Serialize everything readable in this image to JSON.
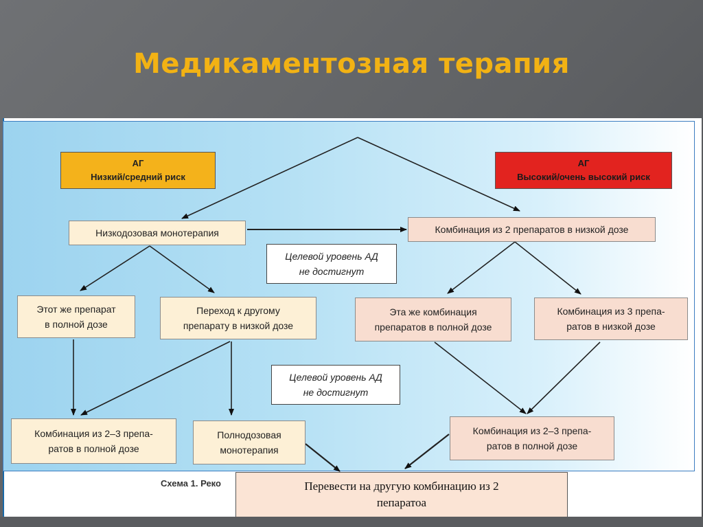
{
  "slide": {
    "title": "Медикаментозная терапия"
  },
  "diagram": {
    "low_risk": {
      "line1": "АГ",
      "line2": "Низкий/средний риск"
    },
    "high_risk": {
      "line1": "АГ",
      "line2": "Высокий/очень высокий риск"
    },
    "low_dose_mono": "Низкодозовая монотерапия",
    "combo_two_low": "Комбинация из 2 препаратов в низкой дозе",
    "target_not_reached_1": {
      "line1": "Целевой уровень АД",
      "line2": "не достигнут"
    },
    "target_not_reached_2": {
      "line1": "Целевой уровень АД",
      "line2": "не достигнут"
    },
    "same_drug_full": {
      "line1": "Этот же препарат",
      "line2": "в полной дозе"
    },
    "switch_drug_low": {
      "line1": "Переход к другому",
      "line2": "препарату в низкой дозе"
    },
    "same_combo_full": {
      "line1": "Эта же комбинация",
      "line2": "препаратов в полной дозе"
    },
    "combo_three_low": {
      "line1": "Комбинация из 3 препа-",
      "line2": "ратов в низкой дозе"
    },
    "combo_2_3_full_left": {
      "line1": "Комбинация из 2–3 препа-",
      "line2": "ратов в полной дозе"
    },
    "full_dose_mono": {
      "line1": "Полнодозовая",
      "line2": "монотерапия"
    },
    "combo_2_3_full_right": {
      "line1": "Комбинация из 2–3 препа-",
      "line2": "ратов в полной дозе"
    },
    "caption": "Схема 1. Реко",
    "final": {
      "line1": "Перевести на другую комбинацию из 2",
      "line2": "пепаратоа"
    }
  }
}
